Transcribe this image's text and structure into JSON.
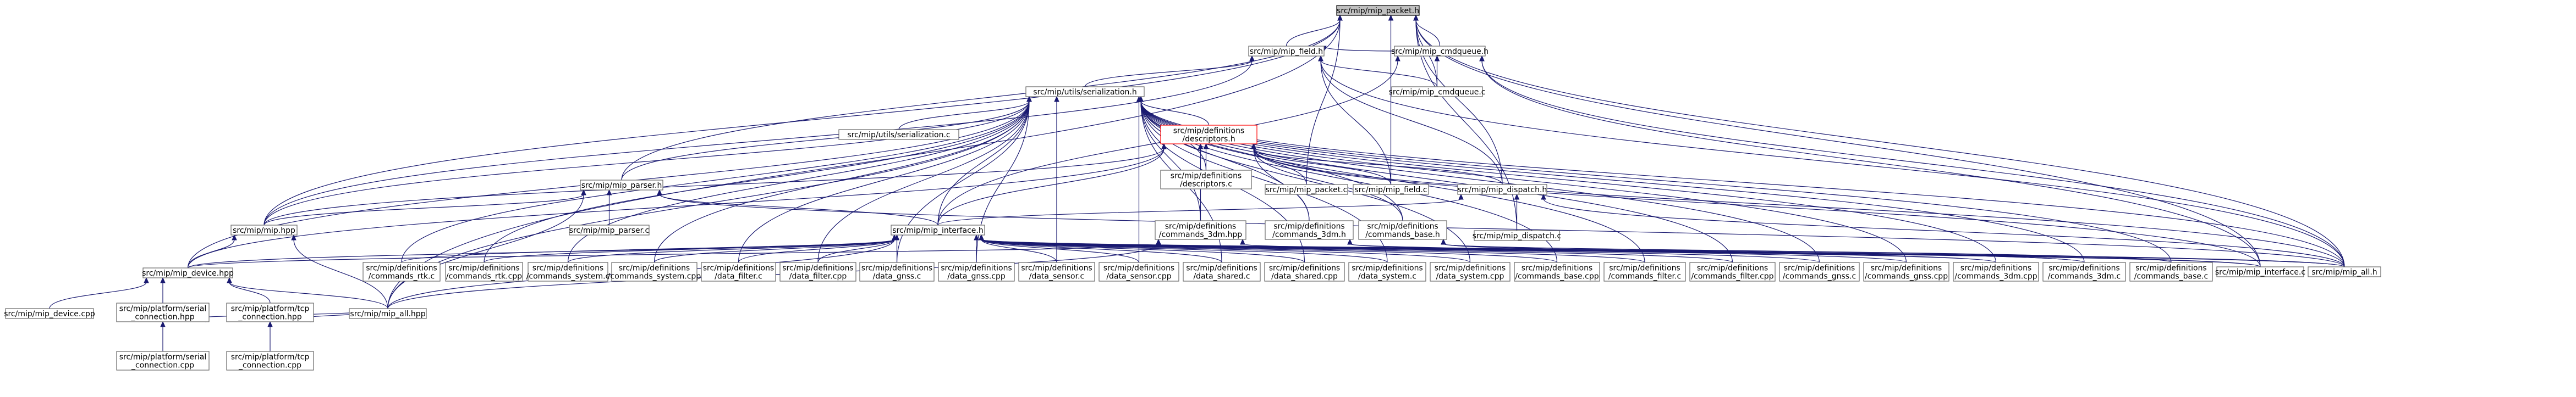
{
  "colors": {
    "edge": "#191970",
    "box_border": "#666666",
    "root_fill": "#bfbfbf",
    "highlight_border": "#ff0000"
  },
  "nodes": [
    {
      "id": "root",
      "lines": [
        "src/mip/mip_packet.h"
      ]
    },
    {
      "id": "field_h",
      "lines": [
        "src/mip/mip_field.h"
      ]
    },
    {
      "id": "cmdqueue_h",
      "lines": [
        "src/mip/mip_cmdqueue.h"
      ]
    },
    {
      "id": "serialization_h",
      "lines": [
        "src/mip/utils/serialization.h"
      ]
    },
    {
      "id": "cmdqueue_c",
      "lines": [
        "src/mip/mip_cmdqueue.c"
      ]
    },
    {
      "id": "serialization_c",
      "lines": [
        "src/mip/utils/serialization.c"
      ]
    },
    {
      "id": "descriptors_h",
      "lines": [
        "src/mip/definitions",
        "/descriptors.h"
      ]
    },
    {
      "id": "parser_h",
      "lines": [
        "src/mip/mip_parser.h"
      ]
    },
    {
      "id": "descriptors_c",
      "lines": [
        "src/mip/definitions",
        "/descriptors.c"
      ]
    },
    {
      "id": "packet_c",
      "lines": [
        "src/mip/mip_packet.c"
      ]
    },
    {
      "id": "field_c",
      "lines": [
        "src/mip/mip_field.c"
      ]
    },
    {
      "id": "dispatch_h",
      "lines": [
        "src/mip/mip_dispatch.h"
      ]
    },
    {
      "id": "mip_hpp",
      "lines": [
        "src/mip/mip.hpp"
      ]
    },
    {
      "id": "parser_c",
      "lines": [
        "src/mip/mip_parser.c"
      ]
    },
    {
      "id": "interface_h",
      "lines": [
        "src/mip/mip_interface.h"
      ]
    },
    {
      "id": "cmd_3dm_hpp",
      "lines": [
        "src/mip/definitions",
        "/commands_3dm.hpp"
      ]
    },
    {
      "id": "cmd_3dm_h",
      "lines": [
        "src/mip/definitions",
        "/commands_3dm.h"
      ]
    },
    {
      "id": "cmd_base_h",
      "lines": [
        "src/mip/definitions",
        "/commands_base.h"
      ]
    },
    {
      "id": "dispatch_c",
      "lines": [
        "src/mip/mip_dispatch.c"
      ]
    },
    {
      "id": "device_hpp",
      "lines": [
        "src/mip/mip_device.hpp"
      ]
    },
    {
      "id": "cmd_rtk_c",
      "lines": [
        "src/mip/definitions",
        "/commands_rtk.c"
      ]
    },
    {
      "id": "cmd_rtk_cpp",
      "lines": [
        "src/mip/definitions",
        "/commands_rtk.cpp"
      ]
    },
    {
      "id": "cmd_system_c",
      "lines": [
        "src/mip/definitions",
        "/commands_system.c"
      ]
    },
    {
      "id": "cmd_system_cpp",
      "lines": [
        "src/mip/definitions",
        "/commands_system.cpp"
      ]
    },
    {
      "id": "data_filter_c",
      "lines": [
        "src/mip/definitions",
        "/data_filter.c"
      ]
    },
    {
      "id": "data_filter_cpp",
      "lines": [
        "src/mip/definitions",
        "/data_filter.cpp"
      ]
    },
    {
      "id": "data_gnss_c",
      "lines": [
        "src/mip/definitions",
        "/data_gnss.c"
      ]
    },
    {
      "id": "data_gnss_cpp",
      "lines": [
        "src/mip/definitions",
        "/data_gnss.cpp"
      ]
    },
    {
      "id": "data_sensor_c",
      "lines": [
        "src/mip/definitions",
        "/data_sensor.c"
      ]
    },
    {
      "id": "data_sensor_cpp",
      "lines": [
        "src/mip/definitions",
        "/data_sensor.cpp"
      ]
    },
    {
      "id": "data_shared_c",
      "lines": [
        "src/mip/definitions",
        "/data_shared.c"
      ]
    },
    {
      "id": "data_shared_cpp",
      "lines": [
        "src/mip/definitions",
        "/data_shared.cpp"
      ]
    },
    {
      "id": "data_system_c",
      "lines": [
        "src/mip/definitions",
        "/data_system.c"
      ]
    },
    {
      "id": "data_system_cpp",
      "lines": [
        "src/mip/definitions",
        "/data_system.cpp"
      ]
    },
    {
      "id": "cmd_base_cpp",
      "lines": [
        "src/mip/definitions",
        "/commands_base.cpp"
      ]
    },
    {
      "id": "cmd_filter_c",
      "lines": [
        "src/mip/definitions",
        "/commands_filter.c"
      ]
    },
    {
      "id": "cmd_filter_cpp",
      "lines": [
        "src/mip/definitions",
        "/commands_filter.cpp"
      ]
    },
    {
      "id": "cmd_gnss_c",
      "lines": [
        "src/mip/definitions",
        "/commands_gnss.c"
      ]
    },
    {
      "id": "cmd_gnss_cpp",
      "lines": [
        "src/mip/definitions",
        "/commands_gnss.cpp"
      ]
    },
    {
      "id": "cmd_3dm_cpp",
      "lines": [
        "src/mip/definitions",
        "/commands_3dm.cpp"
      ]
    },
    {
      "id": "cmd_3dm_c",
      "lines": [
        "src/mip/definitions",
        "/commands_3dm.c"
      ]
    },
    {
      "id": "cmd_base_c",
      "lines": [
        "src/mip/definitions",
        "/commands_base.c"
      ]
    },
    {
      "id": "interface_c",
      "lines": [
        "src/mip/mip_interface.c"
      ]
    },
    {
      "id": "mip_all_h",
      "lines": [
        "src/mip/mip_all.h"
      ]
    },
    {
      "id": "device_cpp",
      "lines": [
        "src/mip/mip_device.cpp"
      ]
    },
    {
      "id": "serial_hpp",
      "lines": [
        "src/mip/platform/serial",
        "_connection.hpp"
      ]
    },
    {
      "id": "tcp_hpp",
      "lines": [
        "src/mip/platform/tcp",
        "_connection.hpp"
      ]
    },
    {
      "id": "mip_all_hpp",
      "lines": [
        "src/mip/mip_all.hpp"
      ]
    },
    {
      "id": "serial_cpp",
      "lines": [
        "src/mip/platform/serial",
        "_connection.cpp"
      ]
    },
    {
      "id": "tcp_cpp",
      "lines": [
        "src/mip/platform/tcp",
        "_connection.cpp"
      ]
    }
  ]
}
